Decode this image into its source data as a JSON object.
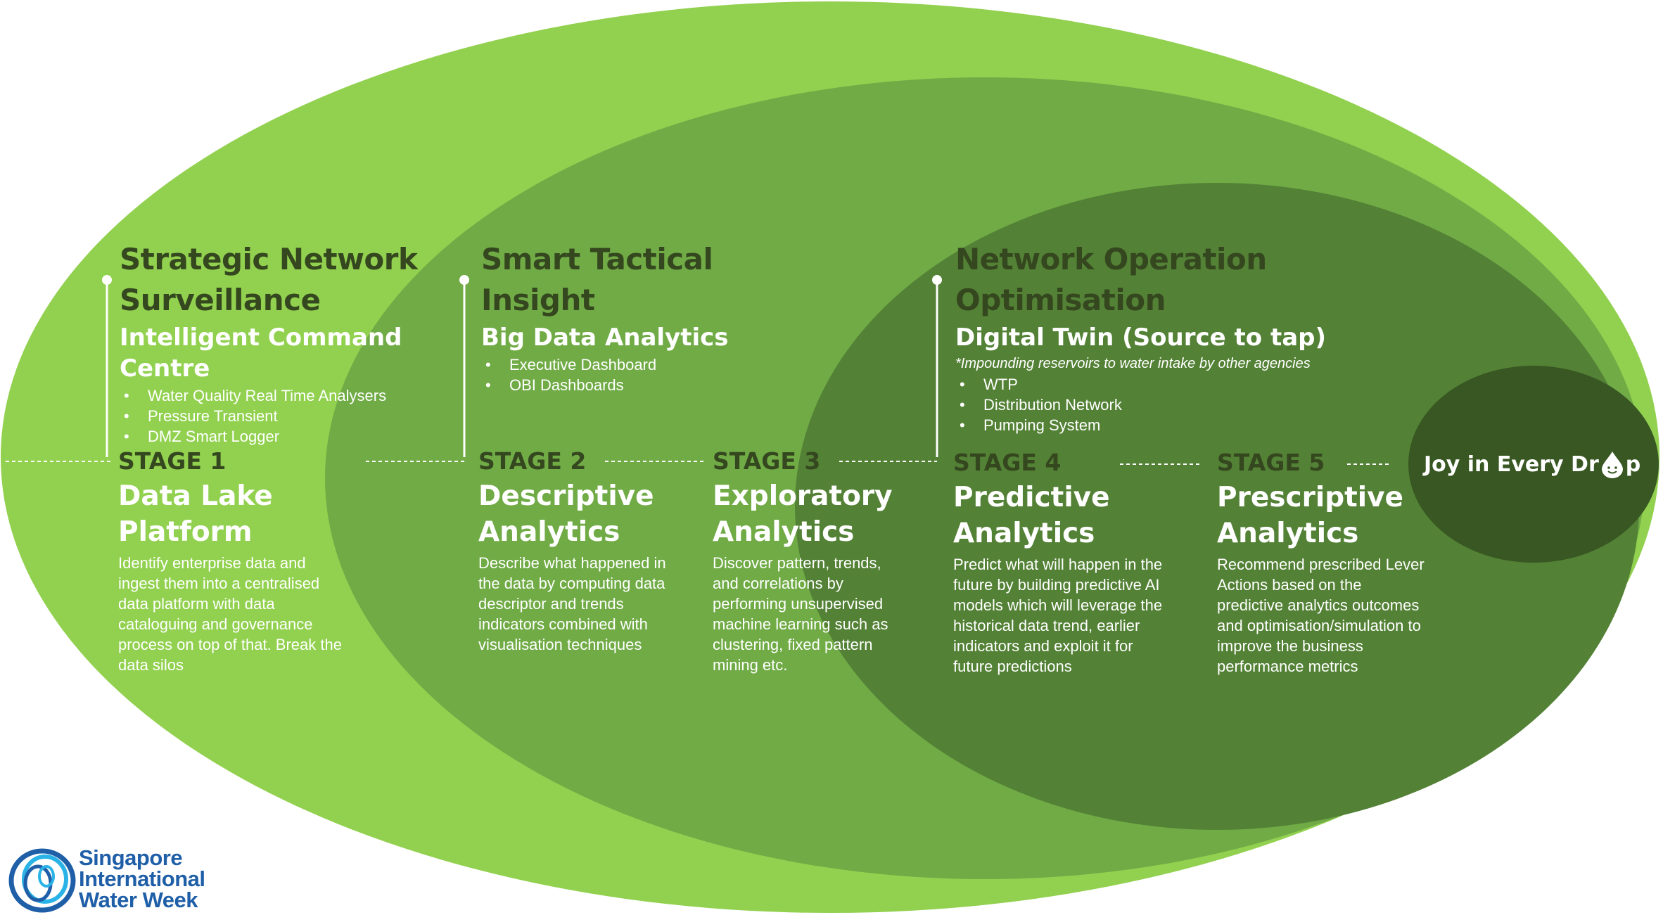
{
  "colors": {
    "outer_ellipse": "#92d14f",
    "middle_ellipse": "#70ab46",
    "inner_ellipse": "#538135",
    "core_ellipse": "#385723",
    "heading_text": "#34471f",
    "logo_blue": "#1f5fa8"
  },
  "headers": [
    {
      "title": "Strategic Network Surveillance",
      "subtitle": "Intelligent Command Centre",
      "note": "",
      "items": [
        "Water Quality Real Time Analysers",
        "Pressure Transient",
        "DMZ Smart Logger"
      ]
    },
    {
      "title": "Smart Tactical Insight",
      "subtitle": "Big Data Analytics",
      "note": "",
      "items": [
        "Executive Dashboard",
        "OBI Dashboards"
      ]
    },
    {
      "title": "Network Operation Optimisation",
      "subtitle": "Digital Twin (Source to tap)",
      "note": "*Impounding reservoirs to water intake by other agencies",
      "items": [
        "WTP",
        "Distribution Network",
        "Pumping System"
      ]
    }
  ],
  "stages": [
    {
      "label": "STAGE 1",
      "title": "Data Lake Platform",
      "description": "Identify enterprise data and ingest them into a centralised data platform with data cataloguing and governance process on top of that. Break the data silos"
    },
    {
      "label": "STAGE 2",
      "title": "Descriptive Analytics",
      "description": "Describe what happened in the data by computing data descriptor and trends indicators combined with visualisation techniques"
    },
    {
      "label": "STAGE 3",
      "title": "Exploratory Analytics",
      "description": "Discover pattern, trends, and correlations by performing unsupervised machine learning such as clustering, fixed pattern mining etc."
    },
    {
      "label": "STAGE 4",
      "title": "Predictive Analytics",
      "description": "Predict what will happen in the future by building predictive AI models which will leverage the historical data trend, earlier indicators and exploit it for future predictions"
    },
    {
      "label": "STAGE 5",
      "title": "Prescriptive Analytics",
      "description": "Recommend prescribed Lever Actions based on the predictive analytics outcomes and optimisation/simulation to improve the business performance metrics"
    }
  ],
  "goal": {
    "text_before": "Joy in Every Dr",
    "text_after": "p",
    "icon": "water-drop-face-icon"
  },
  "logo": {
    "icon": "swirl-logo-icon",
    "lines": [
      "Singapore",
      "International",
      "Water Week"
    ]
  }
}
